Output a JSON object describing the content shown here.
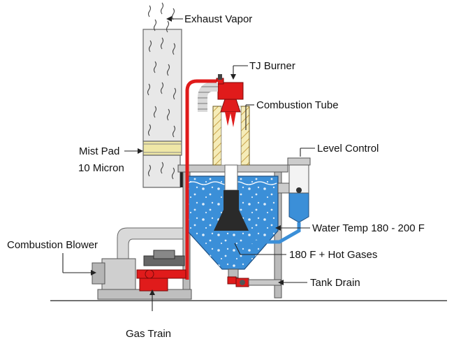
{
  "labels": {
    "exhaust_vapor": "Exhaust Vapor",
    "tj_burner": "TJ Burner",
    "combustion_tube": "Combustion Tube",
    "mist_pad_line1": "Mist Pad",
    "mist_pad_line2": "10 Micron",
    "level_control": "Level Control",
    "water_temp": "Water Temp 180 - 200  F",
    "combustion_blower": "Combustion Blower",
    "hot_gases": "180 F + Hot Gases",
    "tank_drain": "Tank Drain",
    "gas_train": "Gas Train"
  },
  "colors": {
    "water": "#3b8fd8",
    "burner_red": "#e01b1b",
    "stack_fill": "#e6e6e6",
    "frame_grey": "#b8b8b8",
    "mist_pad": "#efe7a6",
    "tube_hatch": "#f5ecb8"
  }
}
